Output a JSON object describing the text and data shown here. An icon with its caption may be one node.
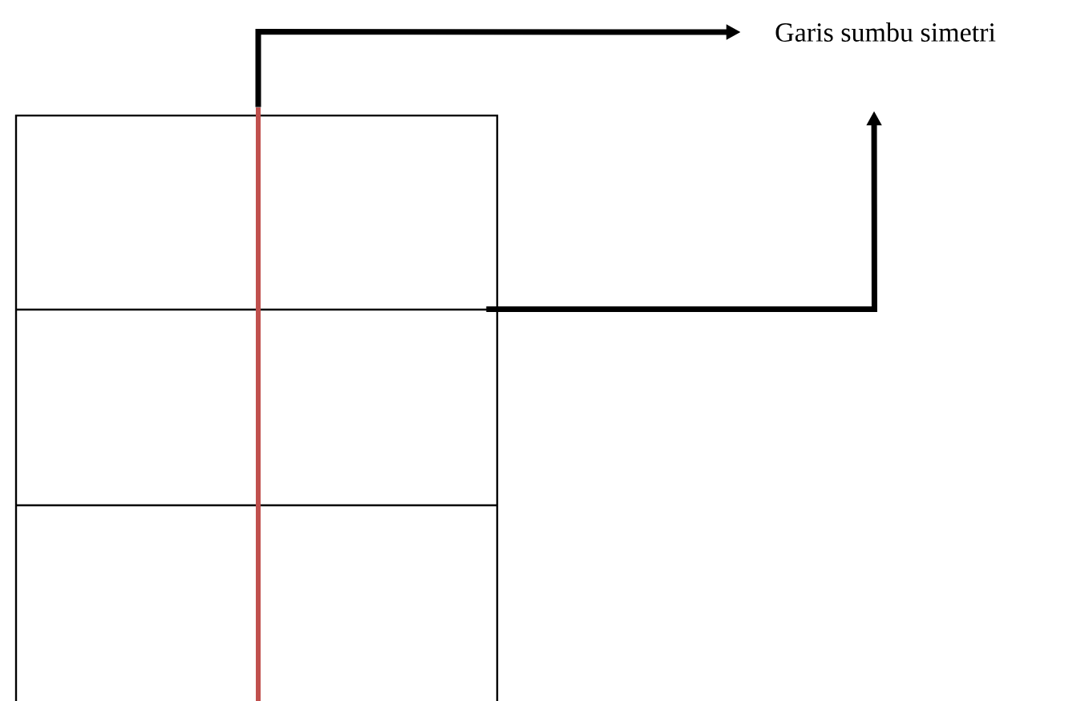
{
  "diagram": {
    "nodes": [
      {
        "text": [
          "Garis sumbu simetri"
        ]
      },
      {
        "text": [],
        "shape": "box"
      },
      {
        "text": [],
        "shape": "line",
        "in": 1
      }
    ],
    "edges": [
      {
        "from": 2,
        "to": 0,
        "arrow": "to"
      },
      {
        "from": 1,
        "to": 0,
        "arrow": "to"
      }
    ]
  }
}
